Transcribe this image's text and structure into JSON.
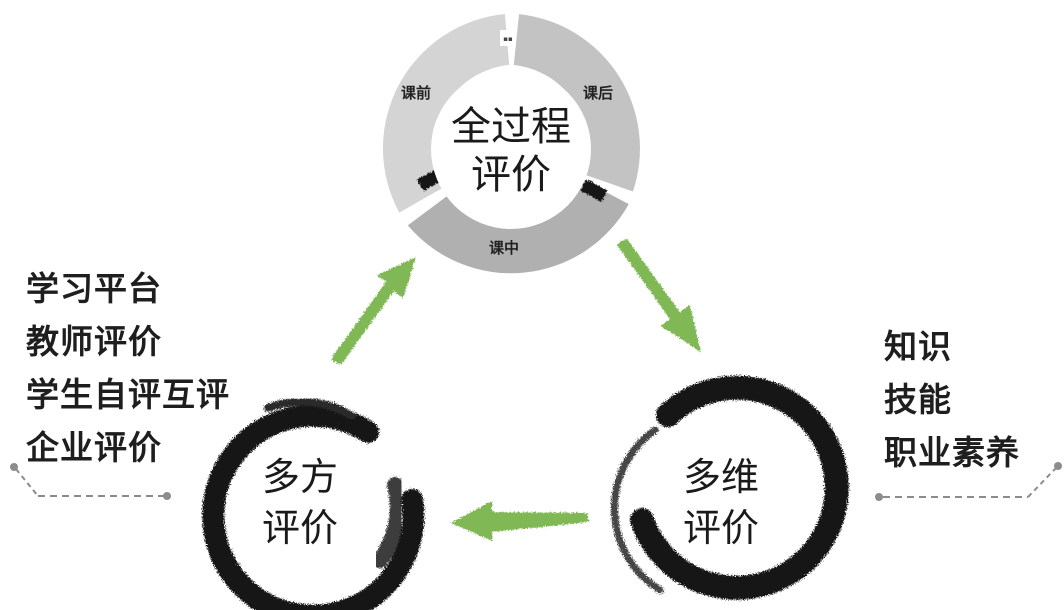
{
  "top_cycle": {
    "title_line1": "全过程",
    "title_line2": "评价",
    "segment_before": "课前",
    "segment_after": "课后",
    "segment_during": "课中"
  },
  "left_cycle": {
    "title_line1": "多方",
    "title_line2": "评价"
  },
  "right_cycle": {
    "title_line1": "多维",
    "title_line2": "评价"
  },
  "left_list": [
    "学习平台",
    "教师评价",
    "学生自评互评",
    "企业评价"
  ],
  "right_list": [
    "知识",
    "技能",
    "职业素养"
  ],
  "colors": {
    "ring_light": "#d3d3d3",
    "ring_mid": "#c2c2c2",
    "ring_dark": "#adadad",
    "arrow_green": "#74b043",
    "ink": "#161616",
    "connector": "#8c8c8c"
  }
}
